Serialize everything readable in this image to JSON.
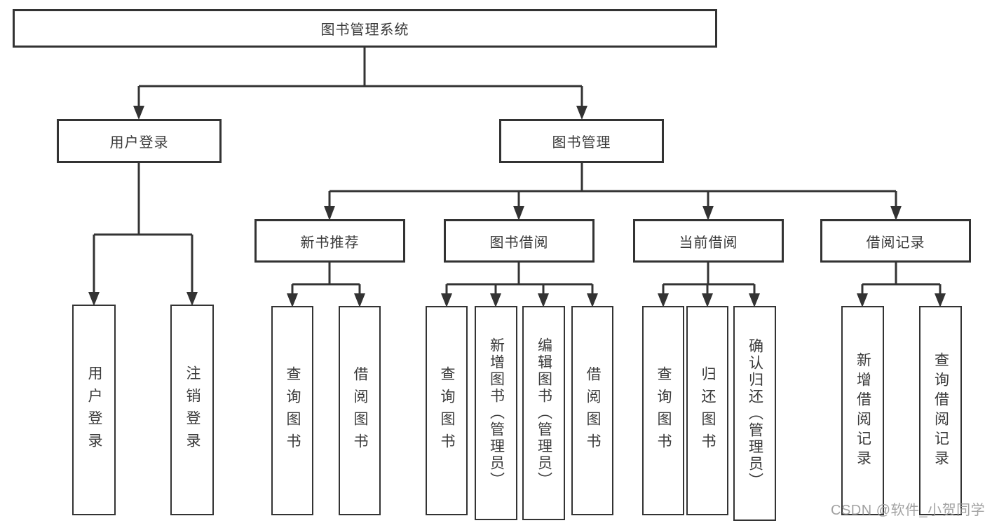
{
  "diagram": {
    "root": {
      "label": "图书管理系统"
    },
    "branches": [
      {
        "label": "用户登录",
        "children": [
          {
            "label": "用户登录"
          },
          {
            "label": "注销登录"
          }
        ]
      },
      {
        "label": "图书管理",
        "children": [
          {
            "label": "新书推荐",
            "children": [
              {
                "label": "查询图书"
              },
              {
                "label": "借阅图书"
              }
            ]
          },
          {
            "label": "图书借阅",
            "children": [
              {
                "label": "查询图书"
              },
              {
                "label": "新增图书（管理员）"
              },
              {
                "label": "编辑图书（管理员）"
              },
              {
                "label": "借阅图书"
              }
            ]
          },
          {
            "label": "当前借阅",
            "children": [
              {
                "label": "查询图书"
              },
              {
                "label": "归还图书"
              },
              {
                "label": "确认归还（管理员）"
              }
            ]
          },
          {
            "label": "借阅记录",
            "children": [
              {
                "label": "新增借阅记录"
              },
              {
                "label": "查询借阅记录"
              }
            ]
          }
        ]
      }
    ]
  },
  "watermark": {
    "text": "CSDN @软件_小贺同学"
  },
  "colors": {
    "line": "#333333",
    "box_border": "#333333",
    "text": "#3a3a3a",
    "background": "#ffffff",
    "watermark": "#989898"
  }
}
